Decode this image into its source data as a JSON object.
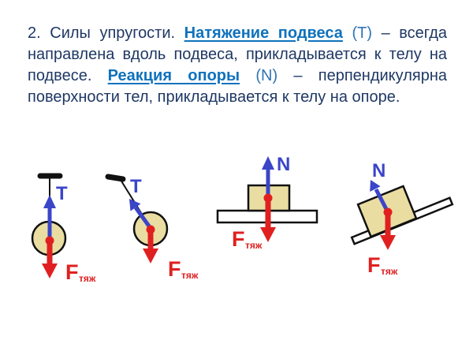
{
  "paragraph": {
    "line1": {
      "dark1": "2. Силы упругости. ",
      "term": "Натяжение подвеса",
      "accent": " (T) ",
      "dark2": "– всегда"
    },
    "line2": {
      "dark1": "направлена вдоль подвеса, прикладывается к телу на"
    },
    "line3": {
      "dark1": "подвесе. ",
      "term": "Реакция опоры",
      "accent": " (N) ",
      "dark2": "– перпендикулярна"
    },
    "line4": {
      "dark1": "поверхности тел, прикладывается к телу на опоре."
    }
  },
  "diagrams": {
    "vertical_hang": {
      "tension_label": "T",
      "weight_label_main": "F",
      "weight_label_sub": "тяж"
    },
    "angled_hang": {
      "tension_label": "T",
      "weight_label_main": "F",
      "weight_label_sub": "тяж"
    },
    "flat_support": {
      "normal_label": "N",
      "weight_label_main": "F",
      "weight_label_sub": "тяж"
    },
    "incline_support": {
      "normal_label": "N",
      "weight_label_main": "F",
      "weight_label_sub": "тяж"
    }
  },
  "colors": {
    "background": "#ffffff",
    "text-dark": "#1f3864",
    "text-link": "#0f72bd",
    "text-accent": "#2e75b6",
    "arrow-blue": "#3a45c8",
    "arrow-red": "#e02020",
    "body-fill": "#eadda2",
    "surface-fill": "#ffffff",
    "outline": "#111111"
  }
}
